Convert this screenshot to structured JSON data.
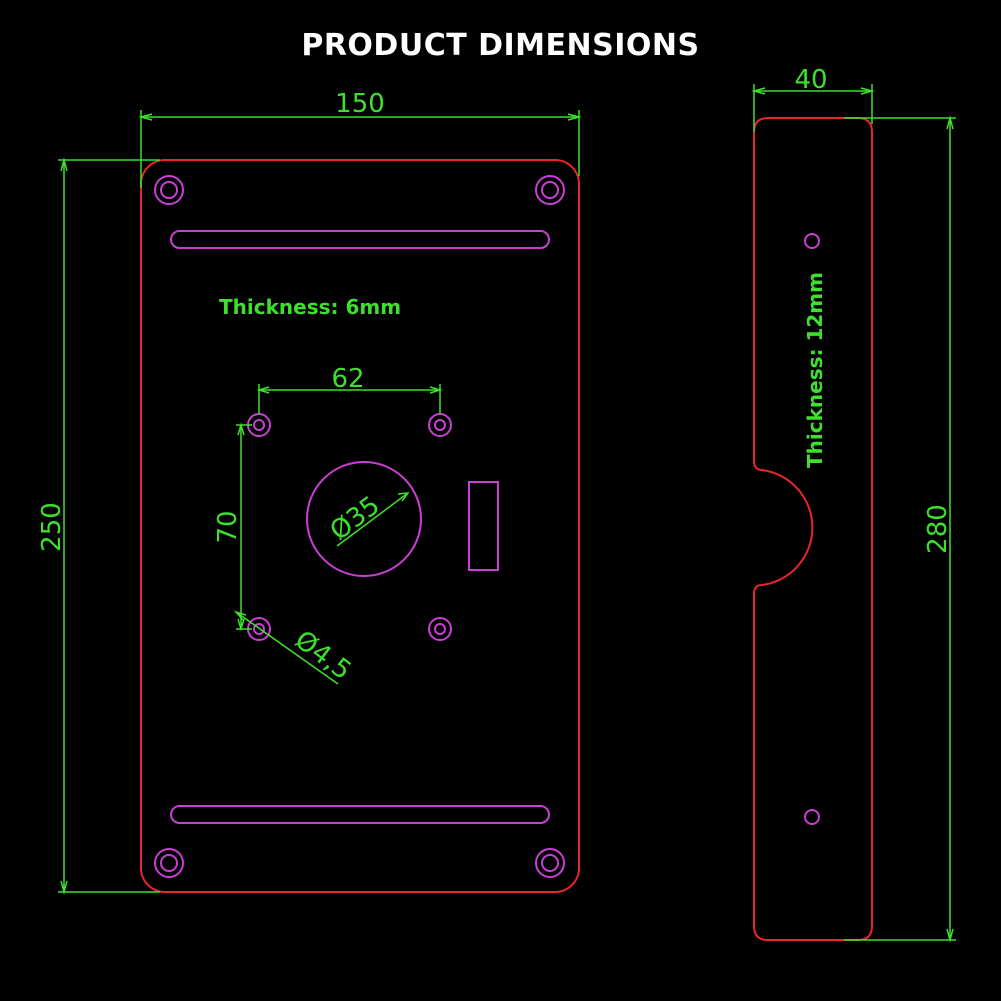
{
  "title": "PRODUCT DIMENSIONS",
  "colors": {
    "background": "#000000",
    "outline": "#e8262b",
    "feature": "#c93fd3",
    "dimension": "#3ee02d",
    "title": "#ffffff"
  },
  "plate": {
    "width": "150",
    "height": "250",
    "thickness_note": "Thickness: 6mm",
    "mount_spacing_h": "62",
    "mount_spacing_v": "70",
    "center_hole": "Ø35",
    "mount_hole": "Ø4,5"
  },
  "bar": {
    "width": "40",
    "height": "280",
    "thickness_note": "Thickness: 12mm"
  }
}
